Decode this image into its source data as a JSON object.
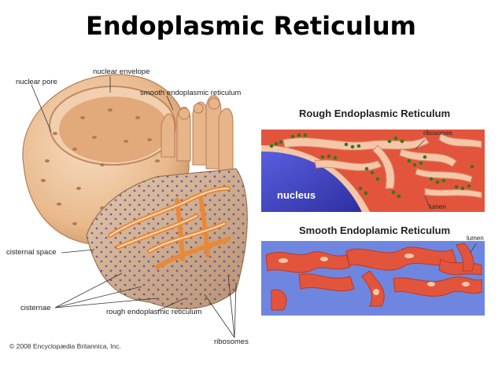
{
  "title": "Endoplasmic Reticulum",
  "main_labels": {
    "nuclear_envelope": "nuclear envelope",
    "nuclear_pore": "nuclear pore",
    "smooth_er": "smooth endoplasmic reticulum",
    "cisternal_space": "cisternal space",
    "cisternae": "cisternae",
    "rough_er": "rough endoplasmic reticulum",
    "ribosomes": "ribosomes"
  },
  "copyright": "© 2008 Encyclopædia Britannica, Inc.",
  "rough_panel": {
    "title": "Rough Endoplasmic Reticulum",
    "nucleus": "nucleus",
    "ribosomes": "ribosomes",
    "lumen": "lumen"
  },
  "smooth_panel": {
    "title": "Smooth Endoplamic Reticulum",
    "lumen": "lumen"
  },
  "colors": {
    "nucleus_tan": "#e8b98c",
    "rer_orange": "#e8743a",
    "cytoplasm_red": "#e2553c",
    "nucleus_blue": "#3b3fc4",
    "ribosome_green": "#2f7a1e",
    "smooth_bg_blue": "#6f86e0"
  }
}
